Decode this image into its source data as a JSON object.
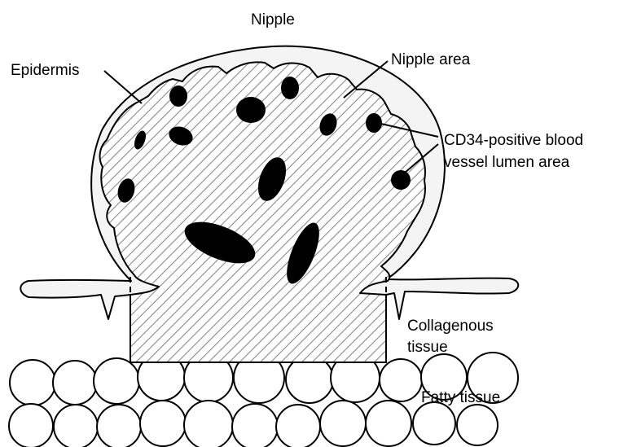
{
  "labels": {
    "nipple": "Nipple",
    "epidermis": "Epidermis",
    "nipple_area": "Nipple area",
    "cd34_line1": "CD34-positive blood",
    "cd34_line2": "vessel lumen area",
    "collagenous_line1": "Collagenous",
    "collagenous_line2": "tissue",
    "fatty": "Fatty tissue"
  },
  "colors": {
    "outline": "#000000",
    "epidermis_fill": "#f4f4f4",
    "hatch": "#8a8a8a",
    "vessel": "#000000",
    "fat_fill": "#ffffff"
  }
}
